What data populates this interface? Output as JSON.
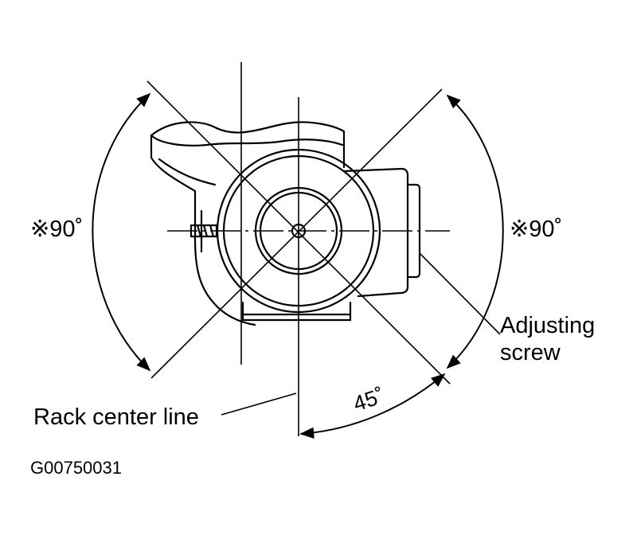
{
  "labels": {
    "left_angle": "※90˚",
    "right_angle": "※90˚",
    "adjusting_line1": "Adjusting",
    "adjusting_line2": "screw",
    "rack_center_line": "Rack center line",
    "angle_45": "45˚",
    "figure_code": "G00750031"
  },
  "colors": {
    "ink": "#000000",
    "background": "#ffffff"
  }
}
